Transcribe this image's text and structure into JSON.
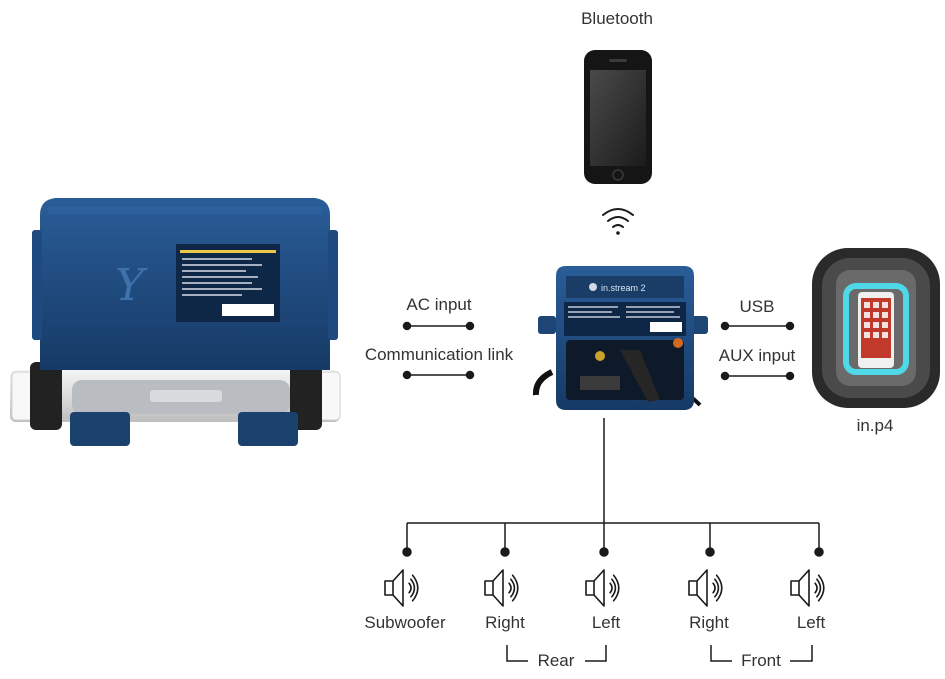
{
  "labels": {
    "bluetooth": "Bluetooth",
    "ac_input": "AC input",
    "communication_link": "Communication link",
    "usb": "USB",
    "aux_input": "AUX input",
    "inp4": "in.p4",
    "rear": "Rear",
    "front": "Front"
  },
  "speakers": [
    {
      "label": "Subwoofer"
    },
    {
      "label": "Right"
    },
    {
      "label": "Left"
    },
    {
      "label": "Right"
    },
    {
      "label": "Left"
    }
  ],
  "devices": {
    "stream_brand": "in.stream 2"
  },
  "icons": {
    "wifi": "wifi-icon",
    "speaker": "speaker-icon"
  },
  "colors": {
    "line": "#1a1a1a",
    "device_blue": "#1f4f86",
    "device_dark": "#16385f",
    "glow": "#4fd8e8"
  }
}
